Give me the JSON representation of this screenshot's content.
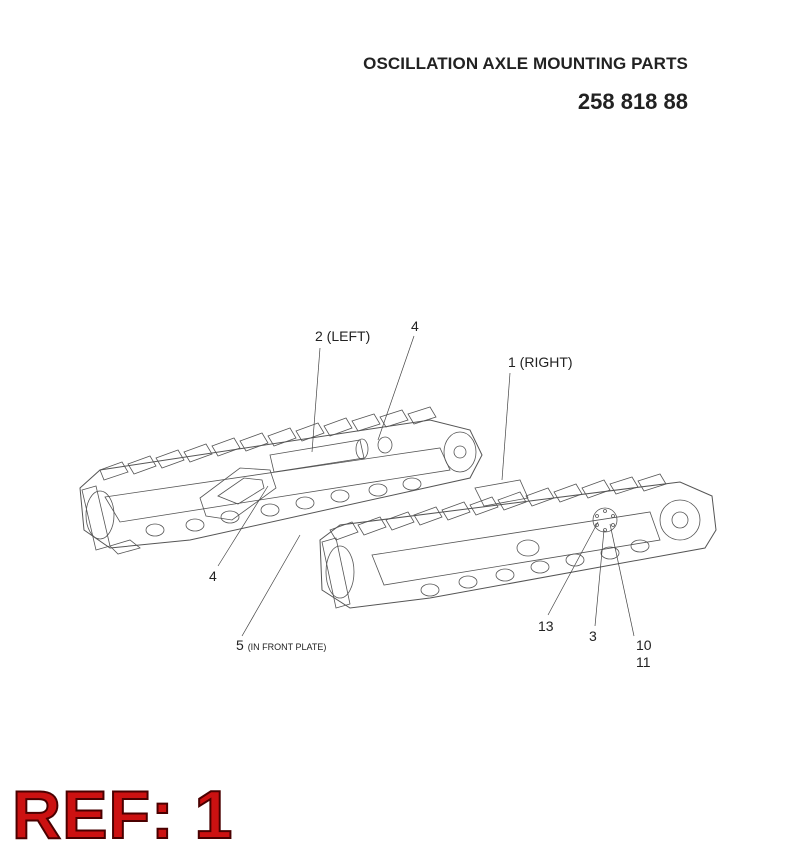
{
  "header": {
    "title": "OSCILLATION AXLE MOUNTING PARTS",
    "part_number": "258 818 88"
  },
  "callouts": {
    "c2": "2 (LEFT)",
    "c4_top": "4",
    "c1": "1 (RIGHT)",
    "c4_left": "4",
    "c5_num": "5",
    "c5_note": "(IN FRONT PLATE)",
    "c13": "13",
    "c3": "3",
    "c10": "10",
    "c11": "11"
  },
  "ref_label": "REF: 1",
  "colors": {
    "line": "#555555",
    "ref_fill": "#cc1111",
    "ref_outline": "#4a0000"
  }
}
